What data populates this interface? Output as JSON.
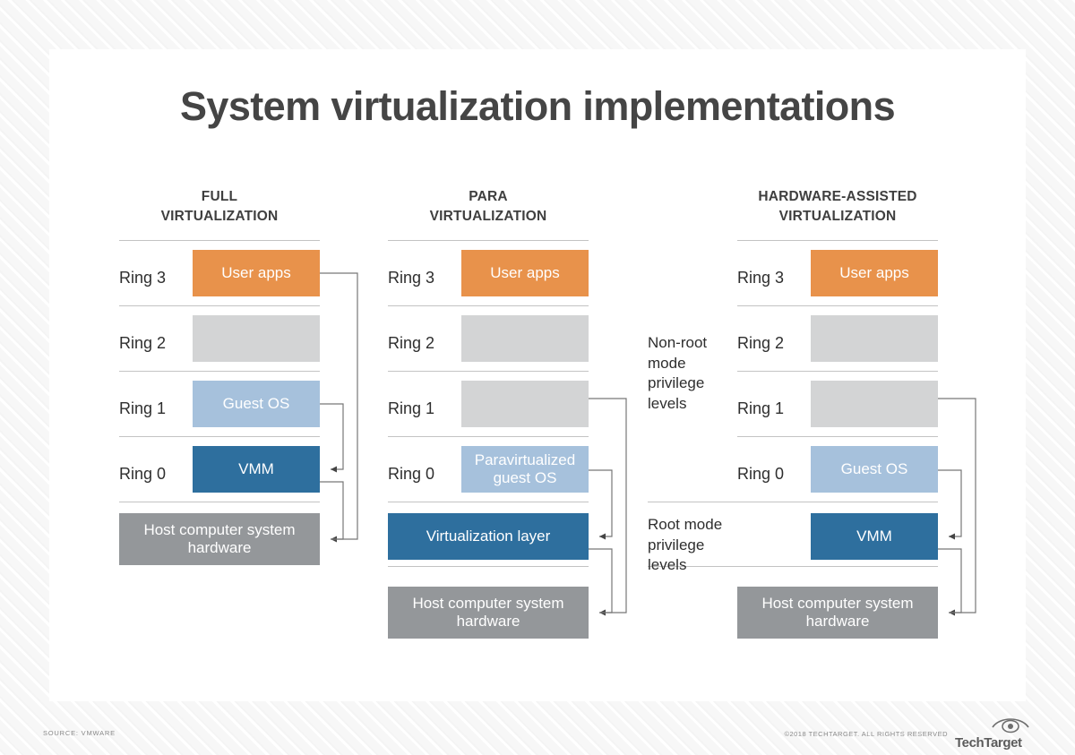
{
  "title": "System virtualization implementations",
  "colors": {
    "user_apps": "#e8924b",
    "guest_os": "#a6c1dc",
    "vmm": "#2e6f9e",
    "empty_ring": "#d3d4d5",
    "host_hardware": "#94979a",
    "rule": "#c3c3c3",
    "text": "#2e2e2e",
    "title": "#454545",
    "card": "#ffffff",
    "page_background": "#f7f7f7"
  },
  "columns": [
    {
      "id": "full-virtualization",
      "header_line1": "FULL",
      "header_line2": "VIRTUALIZATION",
      "rings": [
        {
          "label": "Ring 3",
          "box": "User apps",
          "style": "orange"
        },
        {
          "label": "Ring 2",
          "box": "",
          "style": "gray"
        },
        {
          "label": "Ring 1",
          "box": "Guest OS",
          "style": "lightblue"
        },
        {
          "label": "Ring 0",
          "box": "VMM",
          "style": "darkblue"
        }
      ],
      "host": "Host computer system hardware"
    },
    {
      "id": "para-virtualization",
      "header_line1": "PARA",
      "header_line2": "VIRTUALIZATION",
      "rings": [
        {
          "label": "Ring 3",
          "box": "User apps",
          "style": "orange"
        },
        {
          "label": "Ring 2",
          "box": "",
          "style": "gray"
        },
        {
          "label": "Ring 1",
          "box": "",
          "style": "gray"
        },
        {
          "label": "Ring 0",
          "box": "Paravirtualized guest OS",
          "style": "lightblue"
        }
      ],
      "virtualization_layer": "Virtualization layer",
      "host": "Host computer system hardware"
    },
    {
      "id": "hardware-assisted-virtualization",
      "header_line1": "HARDWARE-ASSISTED",
      "header_line2": "VIRTUALIZATION",
      "side_labels": {
        "non_root": "Non-root mode privilege levels",
        "root": "Root mode privilege levels"
      },
      "rings": [
        {
          "label": "Ring 3",
          "box": "User apps",
          "style": "orange"
        },
        {
          "label": "Ring 2",
          "box": "",
          "style": "gray"
        },
        {
          "label": "Ring 1",
          "box": "",
          "style": "gray"
        },
        {
          "label": "Ring 0",
          "box": "Guest OS",
          "style": "lightblue"
        }
      ],
      "vmm": "VMM",
      "host": "Host computer system hardware"
    }
  ],
  "footer": {
    "source": "SOURCE: VMWARE",
    "copyright": "©2018 TECHTARGET. ALL RIGHTS RESERVED",
    "logo_name": "TechTarget"
  }
}
